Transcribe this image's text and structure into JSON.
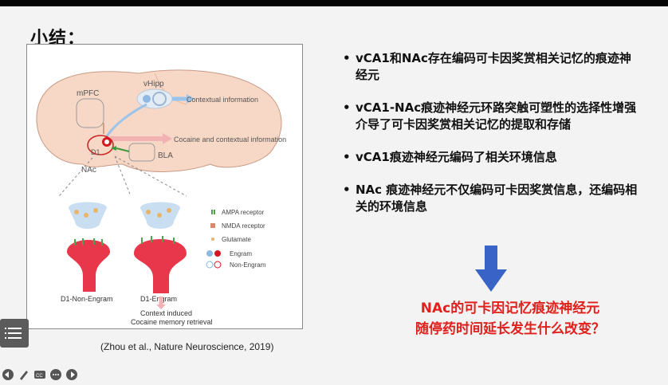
{
  "slide": {
    "title": "小结：",
    "citation": "(Zhou et al., Nature Neuroscience, 2019)",
    "bullets": [
      "vCA1和NAc存在编码可卡因奖赏相关记忆的痕迹神经元",
      "vCA1-NAc痕迹神经元环路突触可塑性的选择性增强介导了可卡因奖赏相关记忆的提取和存储",
      "vCA1痕迹神经元编码了相关环境信息",
      "NAc 痕迹神经元不仅编码可卡因奖赏信息，还编码相关的环境信息"
    ],
    "question_line1": "NAc的可卡因记忆痕迹神经元",
    "question_line2": "随停药时间延长发生什么改变？",
    "colors": {
      "question": "#e0201c",
      "arrow": "#3a63c8"
    }
  },
  "figure": {
    "labels": {
      "vhipp": "vHipp",
      "mpfc": "mPFC",
      "contextual": "Contextual information",
      "cocaine": "Cocaine and contextual information",
      "d1": "D1",
      "bla": "BLA",
      "nac": "NAc",
      "d1_non_engram": "D1-Non-Engram",
      "d1_engram": "D1-Engram",
      "context_induced": "Context induced",
      "cocaine_retrieval": "Cocaine memory retrieval"
    },
    "legend": [
      "AMPA receptor",
      "NMDA receptor",
      "Glutamate",
      "Engram",
      "Non-Engram"
    ]
  },
  "controls": [
    "back-icon",
    "pen-icon",
    "captions-icon",
    "more-icon",
    "forward-icon",
    "menu-icon"
  ]
}
